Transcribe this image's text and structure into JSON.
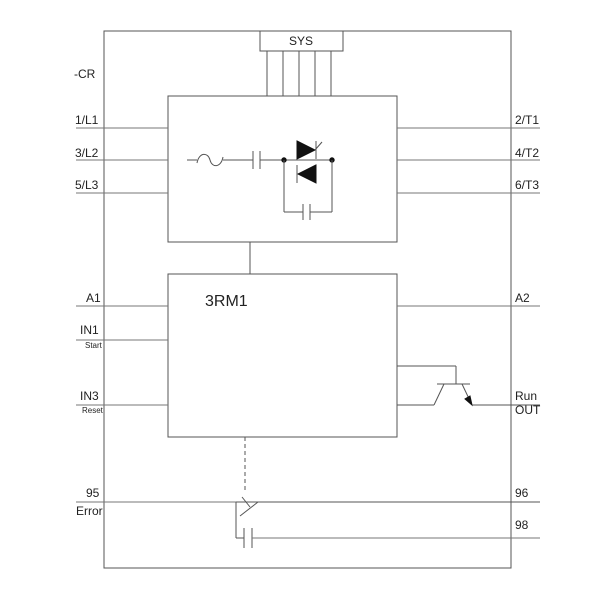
{
  "module": {
    "designation": "-CR",
    "bus_label": "SYS",
    "controller_label": "3RM1"
  },
  "terminals": {
    "left": {
      "l1": "1/L1",
      "l2": "3/L2",
      "l3": "5/L3",
      "a1": "A1",
      "in1": "IN1",
      "in1_sub": "Start",
      "in3": "IN3",
      "in3_sub": "Reset",
      "c95": "95",
      "error": "Error"
    },
    "right": {
      "t1": "2/T1",
      "t2": "4/T2",
      "t3": "6/T3",
      "a2": "A2",
      "run": "Run",
      "out": "OUT",
      "c96": "96",
      "c98": "98"
    }
  },
  "icons": [
    "fuse-icon",
    "capacitor-icon",
    "thyristor-icon",
    "transistor-icon",
    "relay-contact-icon"
  ],
  "colors": {
    "line": "#555555",
    "text": "#222222",
    "background": "#ffffff"
  }
}
